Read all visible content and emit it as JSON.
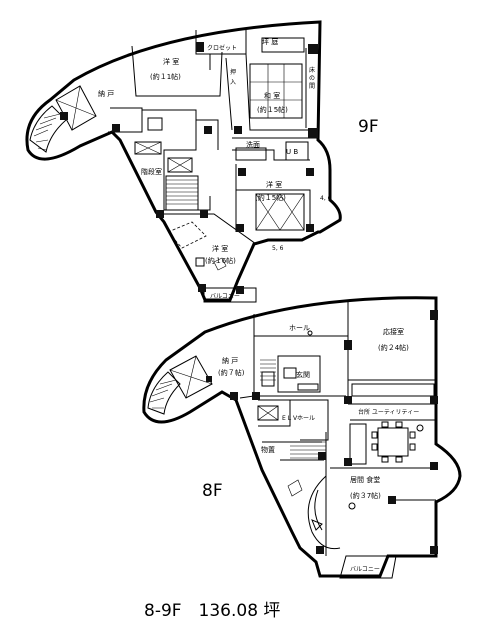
{
  "floor9": {
    "floor_label": "9F",
    "rooms": {
      "western_room_1": "洋 室",
      "western_room_1_size": "(約１1帖)",
      "closet": "クロゼット",
      "garden": "坪 庭",
      "oshiire": "押入",
      "tokonoma": "床の間",
      "japanese_room": "和 室",
      "japanese_room_size": "(約１5帖)",
      "storage": "納 戸",
      "washroom": "洗面",
      "bath": "U B",
      "western_room_2": "洋 室",
      "western_room_2_size": "(約１5帖)",
      "stair_room": "階段室",
      "western_room_3": "洋 室",
      "western_room_3_size": "(約１6帖)",
      "balcony": "バルコニー",
      "ceiling_46": "4, 6",
      "ceiling_56": "5, 6"
    }
  },
  "floor8": {
    "floor_label": "8F",
    "rooms": {
      "hall": "ホール",
      "reception": "応接室",
      "reception_size": "(約２4帖)",
      "storage": "納 戸",
      "storage_size": "(約７帖)",
      "entrance": "玄関",
      "elv_hall": "E L Vホール",
      "kitchen_utility": "台所 ユーティリティー",
      "storage_room": "物置",
      "living_dining": "居間 食堂",
      "living_dining_size": "(約３7帖)",
      "balcony": "バルコニー"
    }
  },
  "caption": "8-9F　136.08 坪"
}
